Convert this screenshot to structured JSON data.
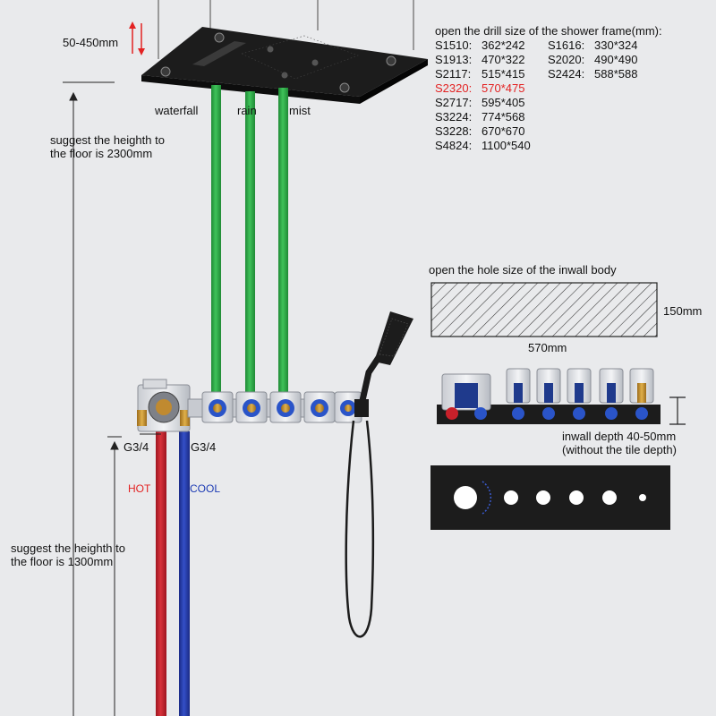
{
  "ceiling_height_range": "50-450mm",
  "shower_outlets": {
    "waterfall": "waterfall",
    "rain": "rain",
    "mist": "mist"
  },
  "ceiling_height_note": {
    "line1": "suggest the heighth to",
    "line2": "the floor is 2300mm"
  },
  "valve_height_note": {
    "line1": "suggest the heighth to",
    "line2": "the floor is 1300mm"
  },
  "pipe_thread_left": "G3/4",
  "pipe_thread_right": "G3/4",
  "hot_label": "HOT",
  "cool_label": "COOL",
  "frame_sizes": {
    "title": "open the drill size of the shower frame(mm):",
    "left_column": [
      {
        "model": "S1510:",
        "size": "362*242"
      },
      {
        "model": "S1913:",
        "size": "470*322"
      },
      {
        "model": "S2117:",
        "size": "515*415"
      },
      {
        "model": "S2320:",
        "size": "570*475",
        "highlight": true
      },
      {
        "model": "S2717:",
        "size": "595*405"
      },
      {
        "model": "S3224:",
        "size": "774*568"
      },
      {
        "model": "S3228:",
        "size": "670*670"
      },
      {
        "model": "S4824:",
        "size": "1100*540"
      }
    ],
    "right_column": [
      {
        "model": "S1616:",
        "size": "330*324"
      },
      {
        "model": "S2020:",
        "size": "490*490"
      },
      {
        "model": "S2424:",
        "size": "588*588"
      }
    ]
  },
  "inwall_hole": {
    "title": "open the hole size of the inwall body",
    "height": "150mm",
    "width": "570mm"
  },
  "inwall_depth": {
    "line1": "inwall depth 40-50mm",
    "line2": "(without the tile depth)"
  },
  "colors": {
    "background": "#e9eaec",
    "hot_pipe": "#c8202a",
    "cool_pipe": "#2438a8",
    "shower_pipe": "#2fa845",
    "highlight_text": "#e32222",
    "hot_text": "#e32222",
    "cool_text": "#1e3cb4",
    "arrow_red": "#e32222",
    "matte_black": "#1c1c1c"
  }
}
